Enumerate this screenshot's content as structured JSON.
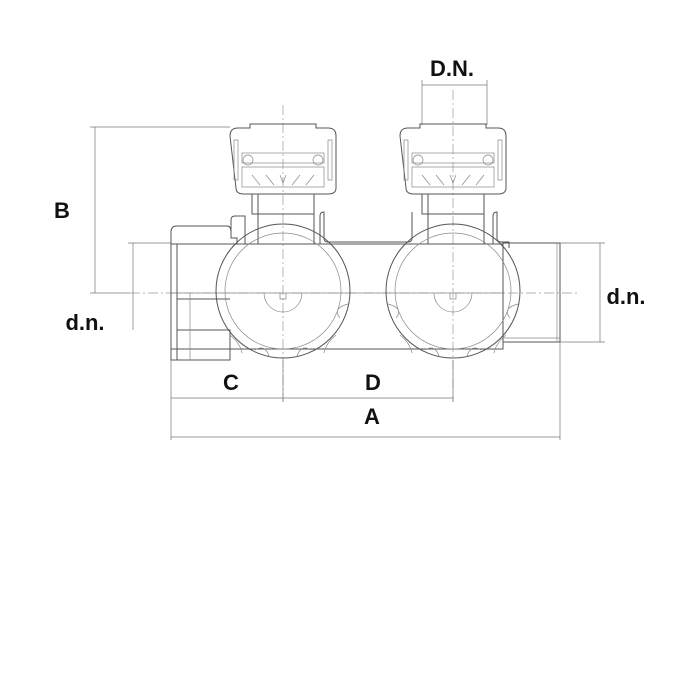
{
  "labels": {
    "nominal_diameter_outlet": "D.N.",
    "height": "B",
    "inlet_diameter_left": "d.n.",
    "inlet_diameter_right": "d.n.",
    "offset": "C",
    "spacing": "D",
    "length": "A"
  },
  "colors": {
    "line": "#555555",
    "text": "#111111"
  }
}
